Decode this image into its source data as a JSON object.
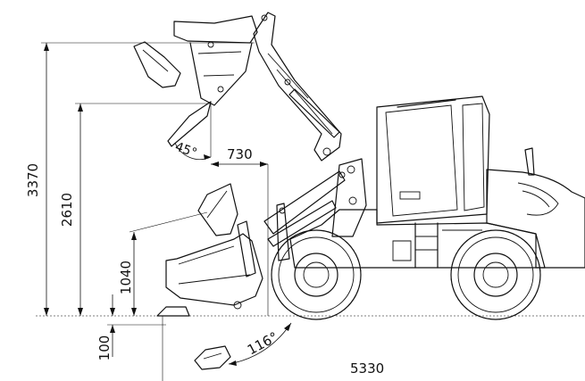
{
  "dimensions": {
    "max_pin_height": "3370",
    "dump_height": "2610",
    "dump_angle": "45°",
    "dump_reach": "730",
    "reach_at_height": "1040",
    "dig_depth": "100",
    "rollback_angle": "116°",
    "overall_length": "5330"
  }
}
